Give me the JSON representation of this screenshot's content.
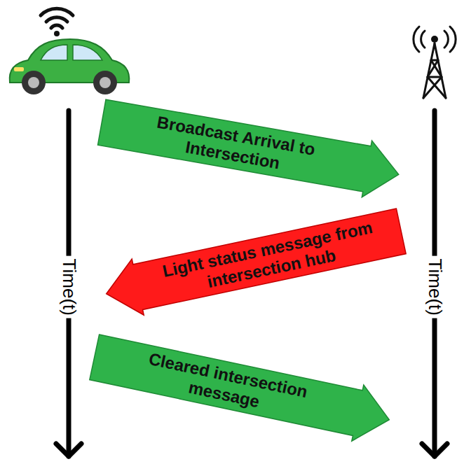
{
  "diagram": {
    "nodes": [
      {
        "text": [
          "Broadcast Arrival to Intersection"
        ]
      },
      {
        "text": [
          "Light status message from intersection hub"
        ]
      },
      {
        "text": [
          "Cleared intersection message"
        ]
      }
    ],
    "labels": [
      "Time(t)",
      "Time(t)"
    ]
  }
}
